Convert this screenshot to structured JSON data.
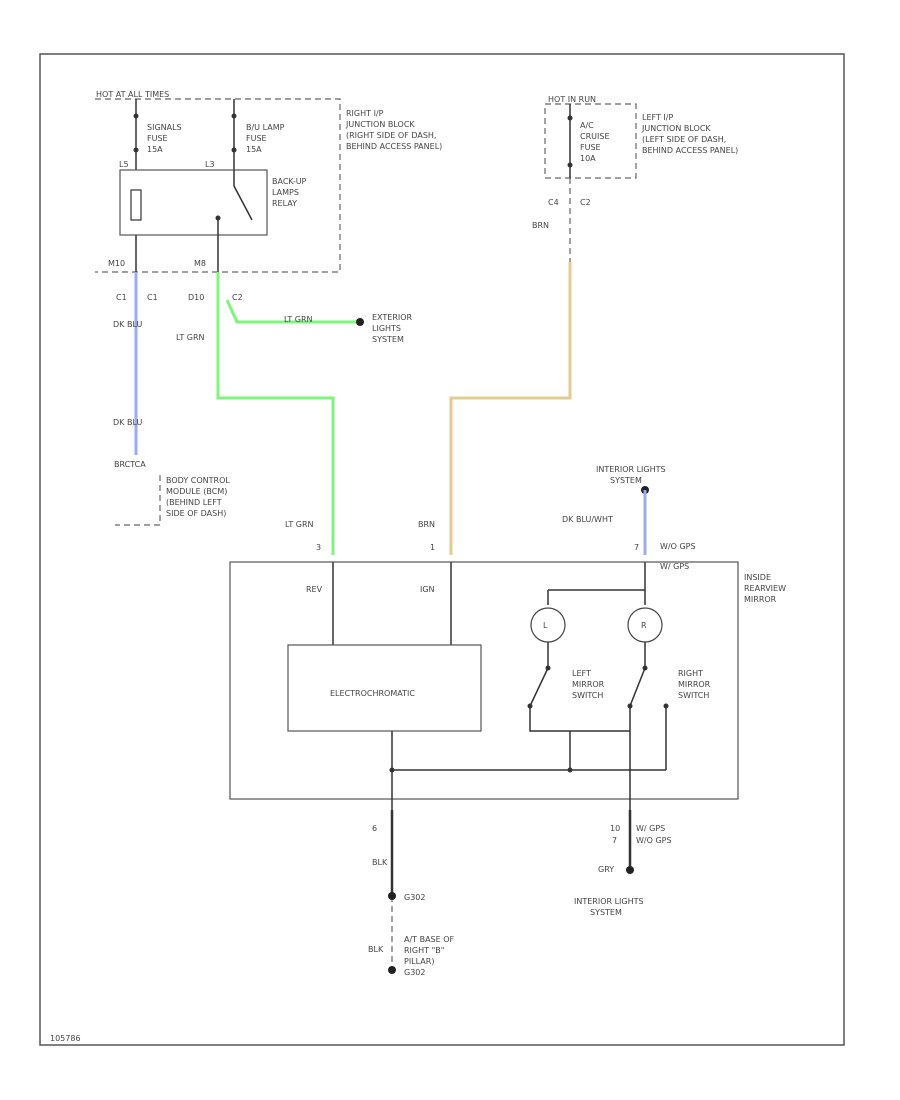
{
  "colors": {
    "lt_grn_wire": "#7ef57e",
    "dk_blu_wire": "#9aaaf5",
    "brn_wire": "#e3cc8f",
    "line": "#333333"
  },
  "hot_run": "HOT AT ALL TIMES",
  "hot_crank": "HOT IN RUN",
  "right_jb": [
    "RIGHT I/P",
    "JUNCTION BLOCK",
    "(RIGHT SIDE OF DASH,",
    "BEHIND ACCESS PANEL)"
  ],
  "left_jb": [
    "LEFT I/P",
    "JUNCTION BLOCK",
    "(LEFT SIDE OF DASH,",
    "BEHIND ACCESS PANEL)"
  ],
  "fuse1": [
    "SIGNALS",
    "FUSE",
    "15A"
  ],
  "fuse2": [
    "B/U LAMP",
    "FUSE",
    "15A"
  ],
  "fuse3": [
    "A/C",
    "CRUISE",
    "FUSE",
    "10A"
  ],
  "relay": [
    "BACK-UP",
    "LAMPS",
    "RELAY"
  ],
  "relay_pins": {
    "left": "L5",
    "right": "L3"
  },
  "conn": {
    "m10": "M10",
    "m8": "M8",
    "c1a": "C1",
    "c1b": "C1",
    "d10": "D10",
    "c2": "C2",
    "c4": "C4",
    "c2b": "C2"
  },
  "wires": {
    "dk_blu": "DK BLU",
    "lt_grn": "LT GRN",
    "brn": "BRN",
    "dk_blu_wht": "DK BLU/WHT",
    "blk": "BLK",
    "gry": "GRY"
  },
  "exterior": [
    "EXTERIOR",
    "LIGHTS",
    "SYSTEM"
  ],
  "bcm_conn": "BRCTCA",
  "bcm": [
    "BODY CONTROL",
    "MODULE (BCM)",
    "(BEHIND LEFT",
    "SIDE OF DASH)"
  ],
  "interior_top": [
    "INTERIOR LIGHTS",
    "SYSTEM"
  ],
  "interior_bottom": [
    "INTERIOR LIGHTS",
    "SYSTEM"
  ],
  "mirror": [
    "INSIDE",
    "REARVIEW",
    "MIRROR"
  ],
  "pins": {
    "p3": "3",
    "p1": "1",
    "p7": "7",
    "p6": "6",
    "p10": "10",
    "p7b": "7"
  },
  "pin_notes": {
    "top_a": "W/O GPS",
    "top_b": "W/ GPS",
    "bot_a": "W/ GPS",
    "bot_b": "W/O GPS"
  },
  "inner": {
    "rev": "REV",
    "ign": "IGN",
    "electro": "ELECTROCHROMATIC"
  },
  "left_switch": [
    "LEFT",
    "MIRROR",
    "SWITCH"
  ],
  "right_switch": [
    "RIGHT",
    "MIRROR",
    "SWITCH"
  ],
  "ground": {
    "g302": "G302",
    "loc": [
      "A/T BASE OF",
      "RIGHT \"B\"",
      "PILLAR)",
      "G302"
    ]
  },
  "fig_id": "105786"
}
